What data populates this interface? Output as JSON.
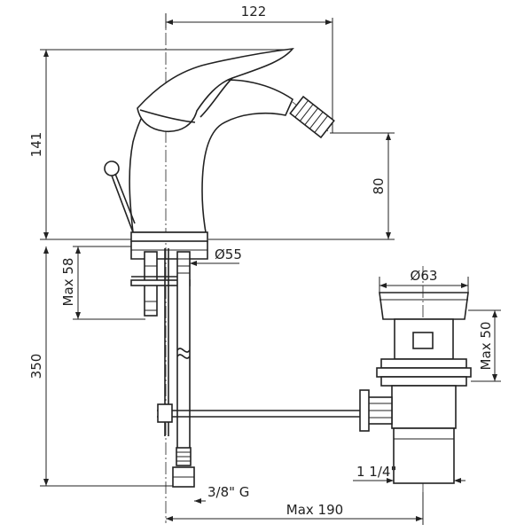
{
  "dimensions": {
    "overall_width": "122",
    "overall_height": "141",
    "spout_height": "80",
    "base_diameter": "Ø55",
    "max_thickness": "Max 58",
    "hose_length": "350",
    "waste_diameter": "Ø63",
    "waste_max": "Max 50",
    "waste_thread": "1 1/4\"",
    "inlet_thread": "3/8\" G",
    "max_reach": "Max 190"
  }
}
